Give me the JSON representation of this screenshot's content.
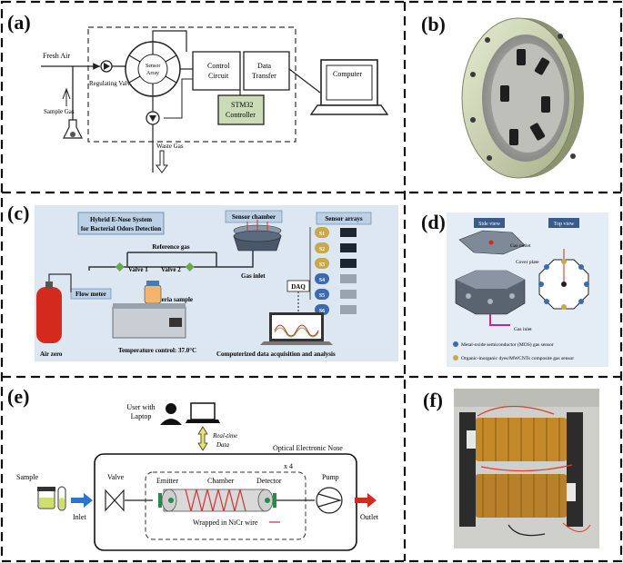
{
  "panels": {
    "a": {
      "label": "(a)",
      "fresh_air": "Fresh Air",
      "regulating_valve": "Regulating Valve",
      "sample_gas": "Sample Gas",
      "sensor_array": "Sensor Array",
      "control_circuit": "Control Circuit",
      "data_transfer": "Data Transfer",
      "controller": "STM32 Controller",
      "computer": "Computer",
      "waste_gas": "Waste Gas"
    },
    "b": {
      "label": "(b)"
    },
    "c": {
      "label": "(c)",
      "title_line1": "Hybrid  E-Nose System",
      "title_line2": "for Bacterial Odors Detection",
      "sensor_chamber": "Sensor chamber",
      "sensor_arrays": "Sensor arrays",
      "reference_gas": "Reference gas",
      "valve1": "Valve 1",
      "valve2": "Valve 2",
      "gas_inlet": "Gas inlet",
      "flow_meter": "Flow meter",
      "bacteria_sample": "Bacteria sample",
      "daq": "DAQ",
      "air_zero": "Air zero",
      "temp_control": "Temperature control: 37.0°C",
      "computerized": "Computerized  data acquisition  and analysis",
      "sensors": [
        "S1",
        "S2",
        "S3",
        "S4",
        "S5",
        "S6"
      ]
    },
    "d": {
      "label": "(d)",
      "side_view": "Side view",
      "top_view": "Top view",
      "gas_outlet": "Gas outlet",
      "cover_plate": "Cover plate",
      "gas_inlet": "Gas inlet",
      "legend_mos": "Metal-oxide semiconductor (MOS) gas sensor",
      "legend_organic": "Organic-inorganic dyes/MWCNTs composite gas sensor"
    },
    "e": {
      "label": "(e)",
      "user": "User with Laptop",
      "realtime": "Real-time Data",
      "system": "Optical Electronic Nose",
      "sample": "Sample",
      "inlet": "Inlet",
      "valve": "Valve",
      "emitter": "Emitter",
      "chamber": "Chamber",
      "detector": "Detector",
      "pump": "Pump",
      "outlet": "Outlet",
      "multiplier": "x 4",
      "wrapped": "Wrapped in NiCr wire"
    },
    "f": {
      "label": "(f)"
    }
  },
  "colors": {
    "tank_red": "#d42a1e",
    "nichrome": "#d43a3a",
    "copper": "#c48a2a",
    "controller_green": "#c9dcb6",
    "sensor_gold": "#c8a84a",
    "sensor_blue": "#3a6ab0"
  }
}
